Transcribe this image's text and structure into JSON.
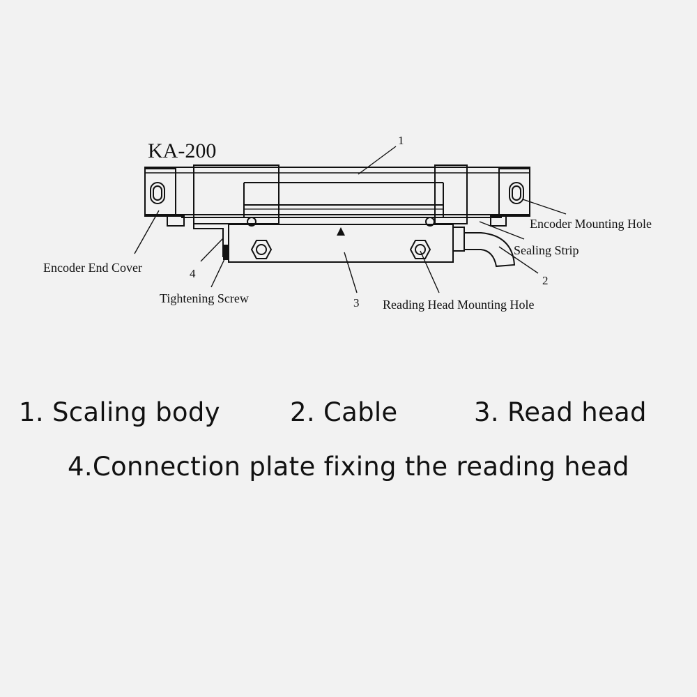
{
  "diagram": {
    "model": "KA-200",
    "numbers": {
      "n1": "1",
      "n2": "2",
      "n3": "3",
      "n4": "4"
    },
    "labels": {
      "encoder_end_cover": "Encoder End Cover",
      "tightening_screw": "Tightening Screw",
      "reading_head_mounting_hole": "Reading Head Mounting Hole",
      "encoder_mounting_hole": "Encoder Mounting Hole",
      "sealing_strip": "Sealing Strip"
    }
  },
  "legend": {
    "item1": "1. Scaling body",
    "item2": "2. Cable",
    "item3": "3. Read head",
    "item4": "4.Connection plate fixing the reading head"
  }
}
